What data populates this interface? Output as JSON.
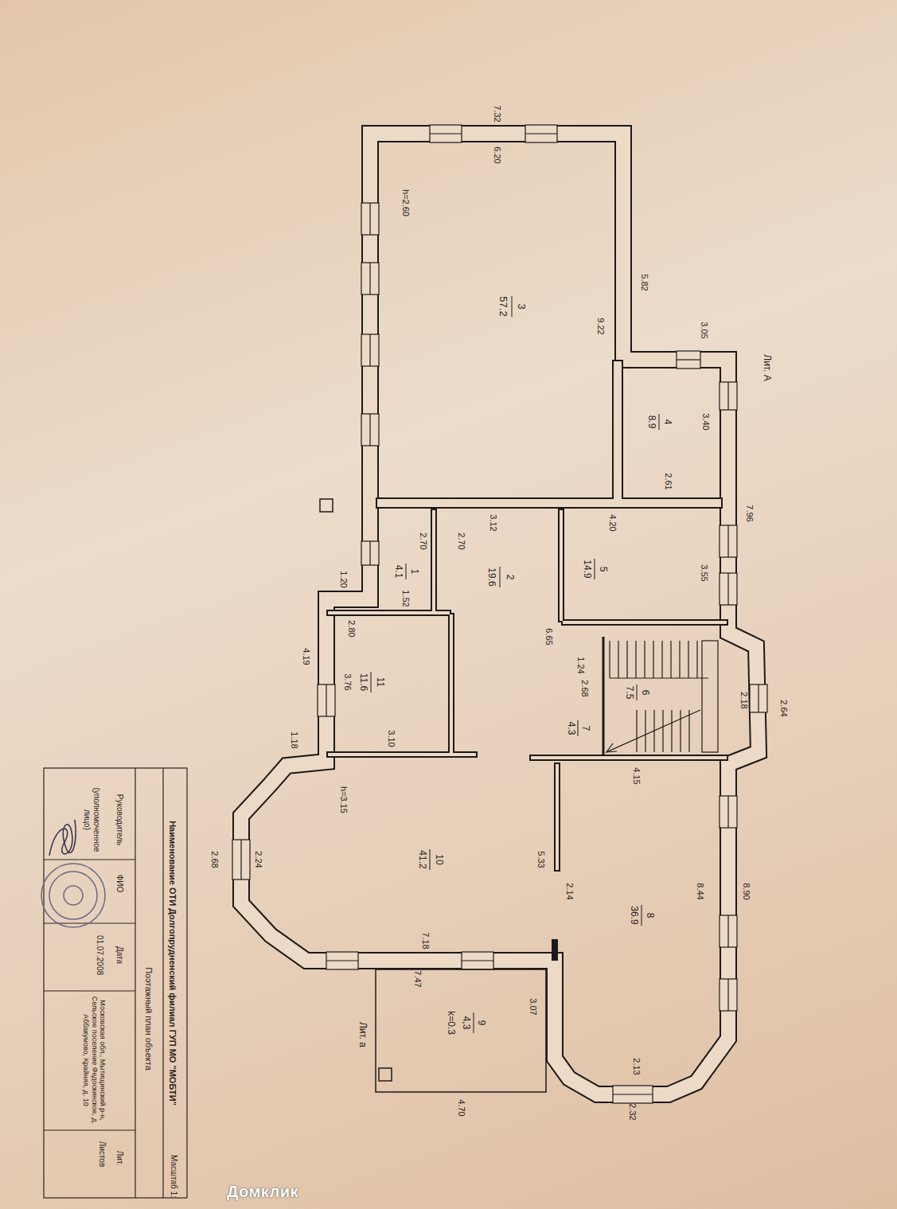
{
  "diagram": {
    "labels": [
      "7.32",
      "6.20",
      "h=2.60",
      "5.82",
      "9.22",
      "3",
      "57.2",
      "3.05",
      "Лит. А",
      "4",
      "8.9",
      "3.40",
      "2.61",
      "7.96",
      "3.12",
      "4.20",
      "2.70",
      "2.70",
      "1",
      "4.1",
      "1.20",
      "1.52",
      "2.80",
      "2",
      "19.6",
      "5",
      "14.9",
      "3.55",
      "6.65",
      "1.24",
      "4.19",
      "3.76",
      "11",
      "11.6",
      "2.68",
      "6",
      "7.5",
      "7",
      "4.3",
      "2.18",
      "2.64",
      "1.18",
      "3.10",
      "4.15",
      "h=3.15",
      "10",
      "41.2",
      "5.33",
      "2.14",
      "2.24",
      "2.68",
      "8.44",
      "8.90",
      "8",
      "36.9",
      "7.18",
      "7.47",
      "9",
      "4,3",
      "k=0.3",
      "3.07",
      "Лит. а",
      "2.13",
      "2.32",
      "4.70",
      "Наименование ОТИ Долгопрудненский филиал ГУП МО \"МОБТИ\"",
      "Поэтажный план объекта",
      "Руководитель",
      "(уполномоченное лицо)",
      "ФИО",
      "Дата",
      "01.07.2008",
      "Московская обл., Мытищинский р-н, Сельское поселение Федоскинское, д. Аббакумово, Крайняя, д. 10",
      "Лит.",
      "Листов",
      "Масштаб 1:",
      "Домклик"
    ]
  }
}
